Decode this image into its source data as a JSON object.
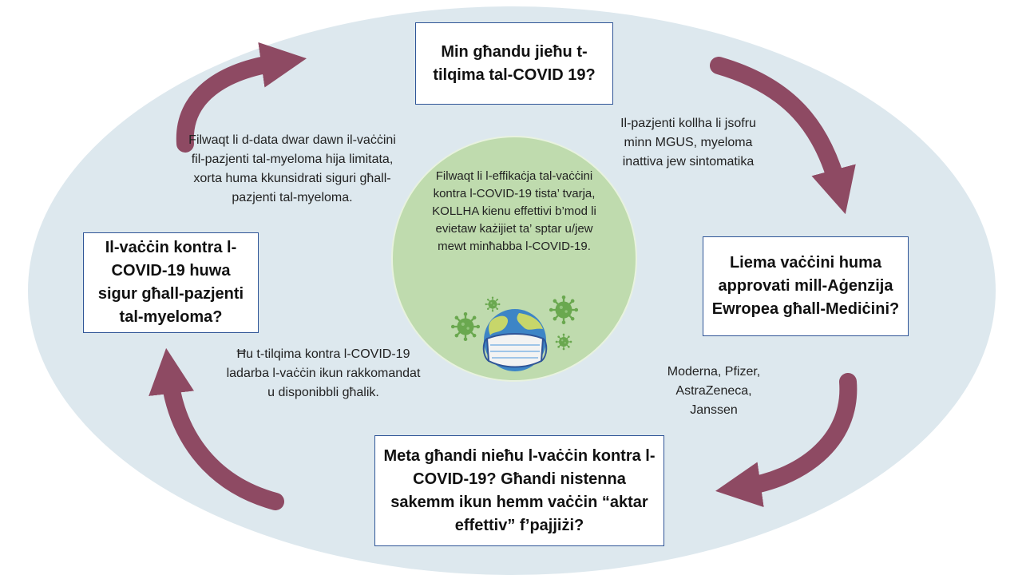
{
  "questions": {
    "top": "Min għandu jieħu t-tilqima tal-COVID 19?",
    "right": "Liema vaċċini huma approvati mill-Aġenzija Ewropea għall-Mediċini?",
    "bottom": "Meta għandi nieħu l-vaċċin kontra l-COVID-19? Għandi nistenna sakemm ikun hemm vaċċin “aktar effettiv” f’pajjiżi?",
    "left": "Il-vaċċin kontra l-COVID-19 huwa sigur għall-pazjenti tal-myeloma?"
  },
  "answers": {
    "top_right": "Il-pazjenti kollha li jsofru minn MGUS, myeloma inattiva jew sintomatika",
    "right_bottom": "Moderna, Pfizer, AstraZeneca, Janssen",
    "bottom_left": "Ħu t-tilqima kontra l-COVID-19 ladarba l-vaċċin ikun rakkomandat u disponibbli għalik.",
    "left_top": "Filwaqt li d-data dwar dawn il-vaċċini fil-pazjenti tal-myeloma hija limitata, xorta huma kkunsidrati siguri għall-pazjenti tal-myeloma."
  },
  "center": {
    "text": "Filwaqt li l-effikaċja tal-vaċċini kontra l-COVID-19 tista’ tvarja, KOLLHA kienu effettivi b’mod li evietaw każijiet ta’ sptar u/jew mewt minħabba l-COVID-19.",
    "icons": [
      "virus-icon",
      "globe-with-mask-icon"
    ]
  },
  "colors": {
    "background_ellipse": "#dde8ee",
    "arrow": "#8e4a63",
    "box_border": "#2f5597",
    "center_circle": "#bfdbae",
    "virus": "#6aa84f"
  }
}
